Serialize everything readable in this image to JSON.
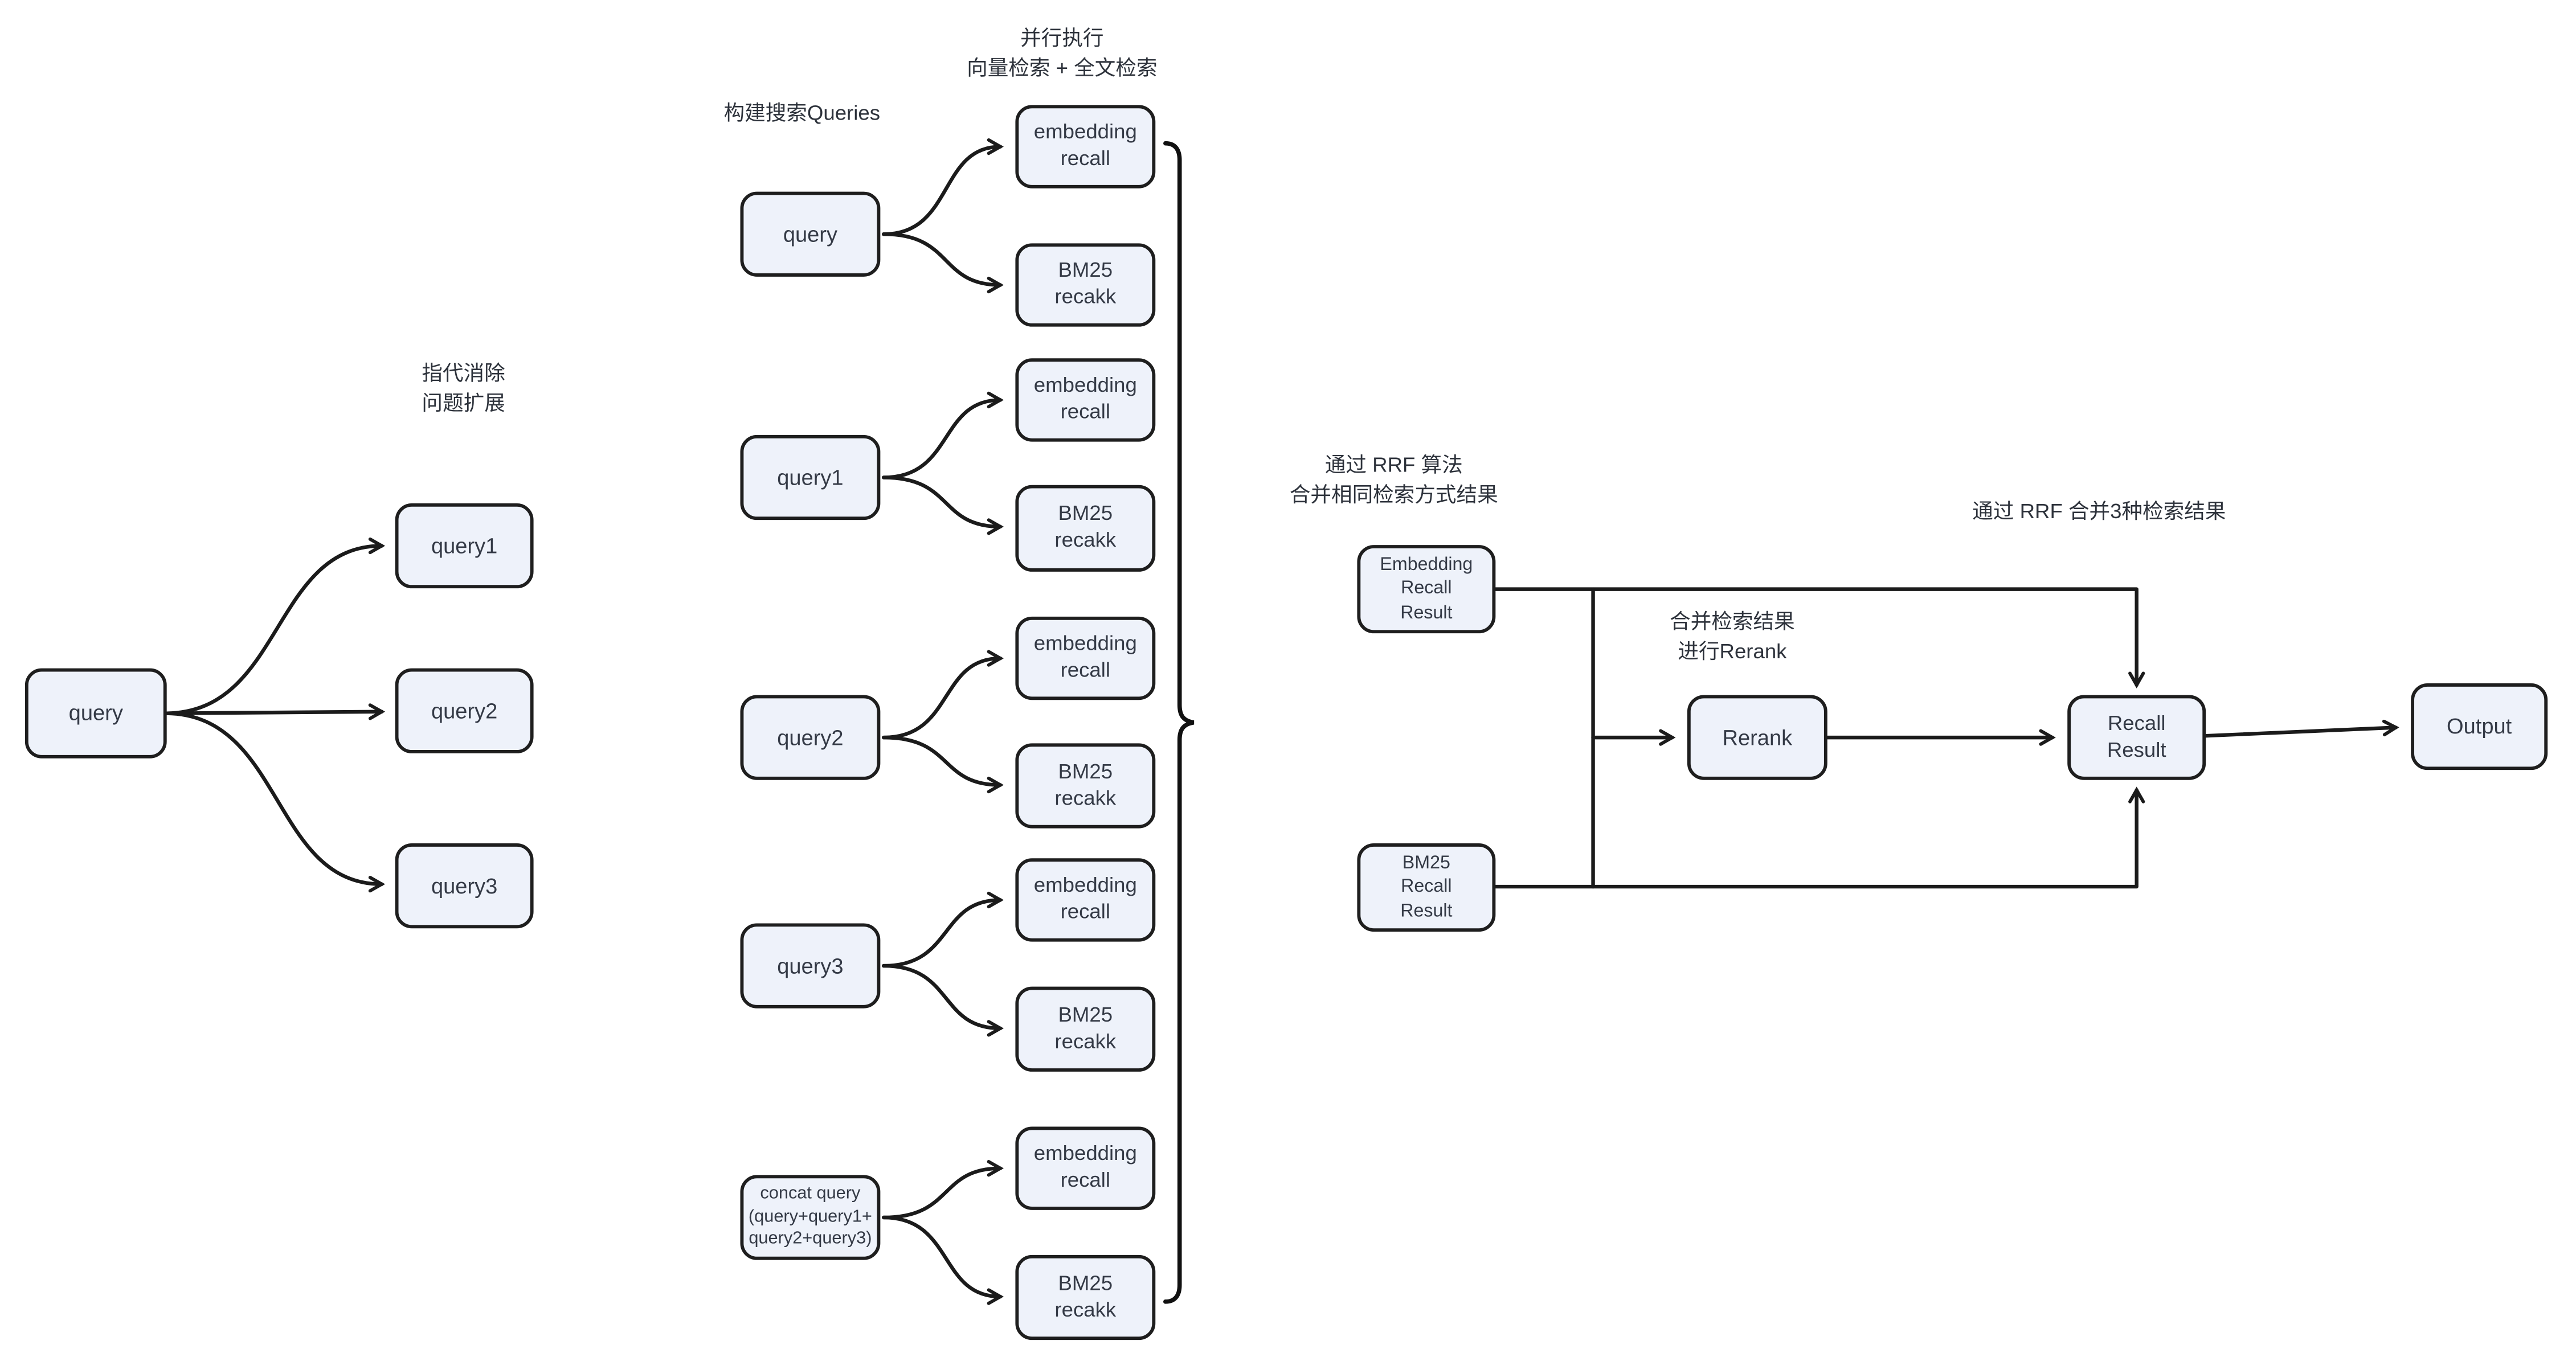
{
  "diagram": {
    "labels": {
      "expand": "指代消除\n问题扩展",
      "build_queries": "构建搜索Queries",
      "parallel_exec": "并行执行\n向量检索 + 全文检索",
      "rrf_merge_same": "通过 RRF 算法\n合并相同检索方式结果",
      "rerank_note": "合并检索结果\n进行Rerank",
      "rrf_merge_three": "通过 RRF 合并3种检索结果"
    },
    "nodes": {
      "source_query": "query",
      "expanded_queries": [
        "query1",
        "query2",
        "query3"
      ],
      "search_queries": [
        "query",
        "query1",
        "query2",
        "query3",
        "concat query\n(query+query1+\nquery2+query3)"
      ],
      "embedding_recall": "embedding\nrecall",
      "bm25_recall": "BM25\nrecakk",
      "embedding_recall_result": "Embedding\nRecall\nResult",
      "bm25_recall_result": "BM25\nRecall\nResult",
      "rerank": "Rerank",
      "recall_result": "Recall\nResult",
      "output": "Output"
    },
    "colors": {
      "node_fill": "#eef2fa",
      "node_border": "#1e1e1e",
      "text": "#343a46",
      "connector": "#1b1b1b"
    }
  }
}
